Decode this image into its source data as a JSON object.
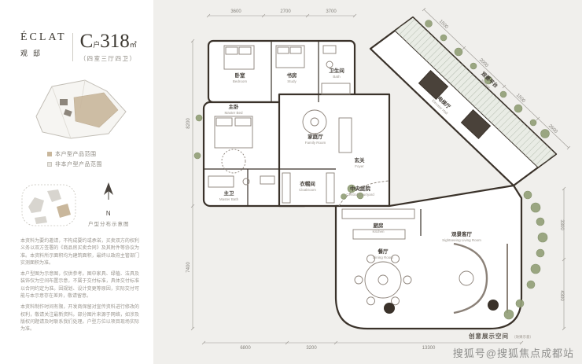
{
  "brand": {
    "logo": "ÉCLAT",
    "subtitle": "观邸"
  },
  "unit": {
    "prefix": "C",
    "prefix_small": "户",
    "area": "318",
    "area_unit": "㎡",
    "layout": "（四室三厅四卫）"
  },
  "keyplan": {
    "legend": [
      {
        "label": "本户型产品范围",
        "color": "#c9b79c"
      },
      {
        "label": "非本户型产品范围",
        "color": "#e6e4df"
      }
    ],
    "caption": "户型分布示意图",
    "north_label": "N"
  },
  "disclaimer": {
    "p1": "本资料为要约邀请，不构成要约或承诺，买卖双方的权利义务以双方签署的《商品房买卖合同》及其附件等协议为准。本资料所示面积均为建筑面积，最终以政府主管部门实测面积为准。",
    "p2": "本户型图为示意图，仅供参考。图中家具、绿植、洁具及装饰仅为空间布置示意，不属于交付标准，具体交付标准以合同约定为准。因规划、设计变更等原因，实际交付可能与本示意存在差异，敬请留意。",
    "p3": "本资料制作时间有限，开发商保留对宣传资料进行修改的权利，敬请关注最新资料。部分图片来源于网络，如涉及版权问题请及时联系我们处理。户型方位以项目现场实际为准。"
  },
  "plan": {
    "rooms": {
      "bedroom_a": {
        "zh": "卧室",
        "en": "Bedroom"
      },
      "study": {
        "zh": "书房",
        "en": "Study"
      },
      "bath_a": {
        "zh": "卫生间",
        "en": "Bath"
      },
      "family": {
        "zh": "家庭厅",
        "en": "Family Room"
      },
      "master_bed": {
        "zh": "主卧",
        "en": "Master Bed"
      },
      "master_bath": {
        "zh": "主卫",
        "en": "Master Bath"
      },
      "cloak": {
        "zh": "衣帽间",
        "en": "Cloakroom"
      },
      "foyer": {
        "zh": "玄关",
        "en": "Foyer"
      },
      "elevator": {
        "zh": "电梯厅",
        "en": "Elevator Hall"
      },
      "terrace": {
        "zh": "观景平台",
        "en": "Terrace"
      },
      "courtyard": {
        "zh": "中央庭院",
        "en": "Central Courtyard"
      },
      "kitchen": {
        "zh": "厨房",
        "en": "Kitchen"
      },
      "dining": {
        "zh": "餐厅",
        "en": "Dining Room"
      },
      "living": {
        "zh": "观景客厅",
        "en": "Sightseeing Living Room"
      }
    },
    "dims": {
      "top": [
        "3600",
        "2700",
        "3700"
      ],
      "diag": [
        "1500",
        "2000",
        "1500",
        "2600"
      ],
      "right": [
        "3300",
        "4300"
      ],
      "bottom": [
        "6800",
        "3200",
        "13300"
      ],
      "left": [
        "8200",
        "7400"
      ]
    },
    "note": "创意展示空间",
    "note_sub": "（效果示意）"
  },
  "watermark": "搜狐号@搜狐焦点成都站",
  "colors": {
    "accent_beige": "#c9b79c",
    "wall": "#3a322a",
    "plant": "#93a079",
    "plan_bg": "#f0efec"
  }
}
